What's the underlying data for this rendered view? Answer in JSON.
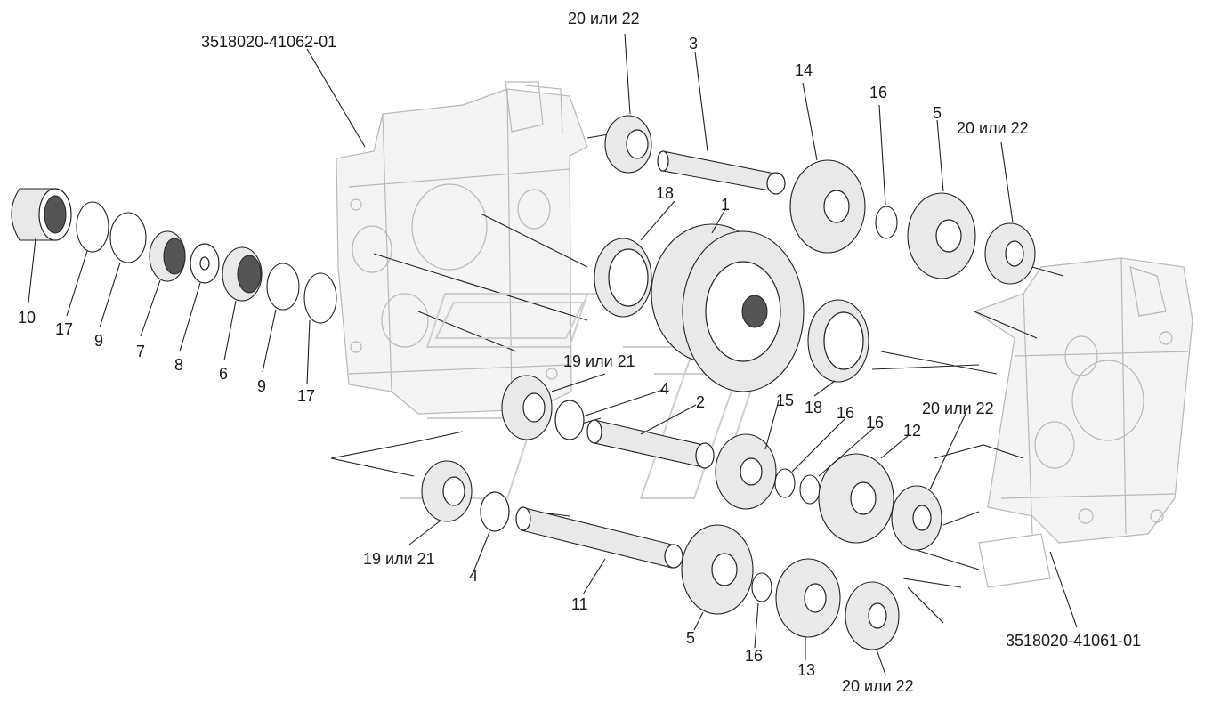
{
  "diagram": {
    "callouts": [
      {
        "id": "housing-left",
        "text": "3518020-41062-01"
      },
      {
        "id": "housing-right",
        "text": "3518020-41061-01"
      },
      {
        "id": "c1",
        "text": "1"
      },
      {
        "id": "c2",
        "text": "2"
      },
      {
        "id": "c3",
        "text": "3"
      },
      {
        "id": "c4a",
        "text": "4"
      },
      {
        "id": "c4b",
        "text": "4"
      },
      {
        "id": "c5a",
        "text": "5"
      },
      {
        "id": "c5b",
        "text": "5"
      },
      {
        "id": "c6",
        "text": "6"
      },
      {
        "id": "c7",
        "text": "7"
      },
      {
        "id": "c8",
        "text": "8"
      },
      {
        "id": "c9a",
        "text": "9"
      },
      {
        "id": "c9b",
        "text": "9"
      },
      {
        "id": "c10",
        "text": "10"
      },
      {
        "id": "c11",
        "text": "11"
      },
      {
        "id": "c12",
        "text": "12"
      },
      {
        "id": "c13",
        "text": "13"
      },
      {
        "id": "c14",
        "text": "14"
      },
      {
        "id": "c15",
        "text": "15"
      },
      {
        "id": "c16a",
        "text": "16"
      },
      {
        "id": "c16b",
        "text": "16"
      },
      {
        "id": "c16c",
        "text": "16"
      },
      {
        "id": "c16d",
        "text": "16"
      },
      {
        "id": "c17a",
        "text": "17"
      },
      {
        "id": "c17b",
        "text": "17"
      },
      {
        "id": "c18a",
        "text": "18"
      },
      {
        "id": "c18b",
        "text": "18"
      },
      {
        "id": "c19a",
        "text": "19 или 21"
      },
      {
        "id": "c19b",
        "text": "19 или 21"
      },
      {
        "id": "c20a",
        "text": "20 или 22"
      },
      {
        "id": "c20b",
        "text": "20 или 22"
      },
      {
        "id": "c20c",
        "text": "20 или 22"
      },
      {
        "id": "c20d",
        "text": "20 или 22"
      }
    ]
  }
}
